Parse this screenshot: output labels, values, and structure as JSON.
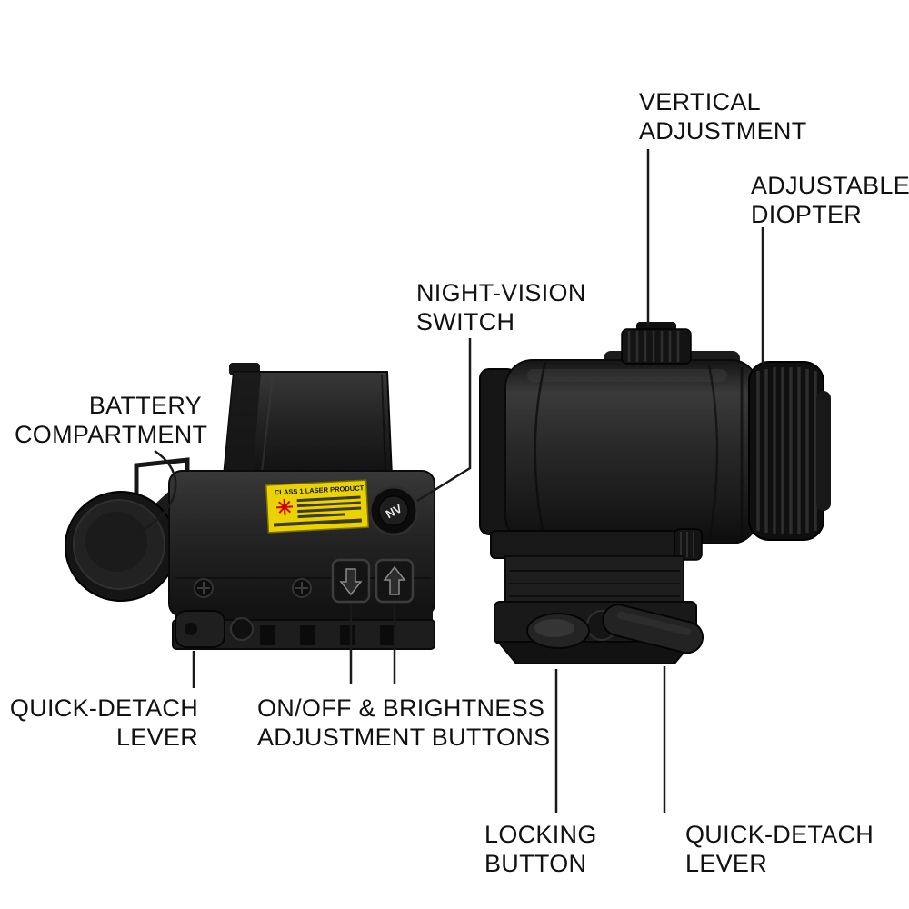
{
  "colors": {
    "background": "#ffffff",
    "text": "#111111",
    "line": "#1a1a1a",
    "device_body": "#222222",
    "device_dark": "#101010",
    "warning_label_yellow": "#e9d307",
    "laser_red": "#d40000"
  },
  "labels": {
    "vertical_adjustment": "VERTICAL\nADJUSTMENT",
    "adjustable_diopter": "ADJUSTABLE\nDIOPTER",
    "night_vision_switch": "NIGHT-VISION\nSWITCH",
    "battery_compartment": "BATTERY\nCOMPARTMENT",
    "quick_detach_lever_left": "QUICK-DETACH\nLEVER",
    "on_off_brightness": "ON/OFF & BRIGHTNESS\nADJUSTMENT BUTTONS",
    "locking_button": "LOCKING\nBUTTON",
    "quick_detach_lever_right": "QUICK-DETACH\nLEVER"
  },
  "sight": {
    "nv_button_label": "NV",
    "warning_label_title": "CLASS 1 LASER PRODUCT"
  }
}
